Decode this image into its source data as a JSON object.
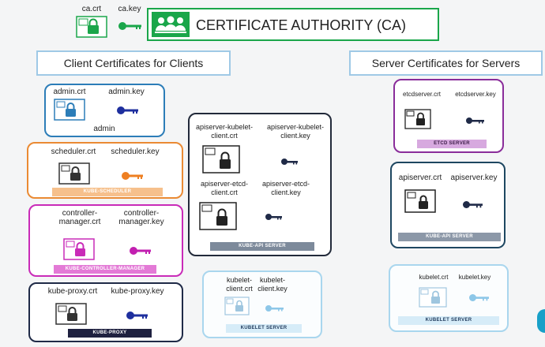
{
  "colors": {
    "ca_green": "#1aa64a",
    "key_blue": "#1e2f9e",
    "key_orange": "#ee7f22",
    "key_magenta": "#c21fb0",
    "key_light": "#8dc7e8",
    "admin_border": "#2c7db8",
    "scheduler_border": "#ea8a33",
    "controller_border": "#c92bb8",
    "proxy_border": "#1f2a47",
    "api_border": "#222a3a",
    "kubelet_border": "#a9d6ee",
    "etcd_border": "#8a2d9a",
    "server_api_border": "#1e4761"
  },
  "ca": {
    "crt_label": "ca.crt",
    "key_label": "ca.key",
    "title": "CERTIFICATE AUTHORITY (CA)"
  },
  "client_heading": "Client Certificates for Clients",
  "server_heading": "Server Certificates for Servers",
  "admin": {
    "crt": "admin.crt",
    "key": "admin.key",
    "user": "admin"
  },
  "scheduler": {
    "crt": "scheduler.crt",
    "key": "scheduler.key",
    "bar": "KUBE-SCHEDULER"
  },
  "controller": {
    "crt": "controller-manager.crt",
    "key": "controller-manager.key",
    "bar": "KUBE-CONTROLLER-MANAGER"
  },
  "proxy": {
    "crt": "kube-proxy.crt",
    "key": "kube-proxy.key",
    "bar": "KUBE-PROXY"
  },
  "api_client": {
    "kubelet_crt": "apiserver-kubelet-client.crt",
    "kubelet_key": "apiserver-kubelet-client.key",
    "etcd_crt": "apiserver-etcd-client.crt",
    "etcd_key": "apiserver-etcd-client.key",
    "bar": "KUBE-API SERVER"
  },
  "kubelet_client": {
    "crt": "kubelet-client.crt",
    "key": "kubelet-client.key",
    "bar": "KUBELET SERVER"
  },
  "etcd_server": {
    "crt": "etcdserver.crt",
    "key": "etcdserver.key",
    "bar": "ETCD SERVER"
  },
  "api_server": {
    "crt": "apiserver.crt",
    "key": "apiserver.key",
    "bar": "KUBE-API SERVER"
  },
  "kubelet_server": {
    "crt": "kubelet.crt",
    "key": "kubelet.key",
    "bar": "KUBELET SERVER"
  }
}
